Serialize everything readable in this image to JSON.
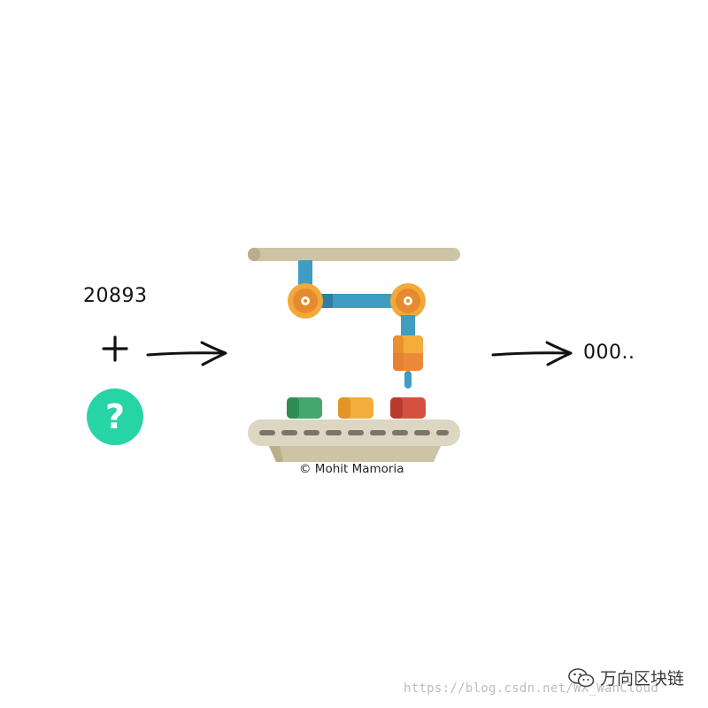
{
  "diagram": {
    "input_value": "20893",
    "operator": "+",
    "unknown_symbol": "?",
    "output_value": "000..",
    "credit": "© Mohit Mamoria"
  },
  "watermark": {
    "url": "https://blog.csdn.net/WX_WanCloud",
    "account_name": "万向区块链"
  },
  "colors": {
    "question_badge": "#27d4a6",
    "arm_blue": "#3f9dc2",
    "joint_orange": "#f0a93a",
    "rail": "#cdc4a6",
    "conveyor": "#dcd6c3",
    "block_green": "#43a86a",
    "block_yellow": "#f2ad3a",
    "block_red": "#d4503f",
    "gripper": "#ec8a3a"
  },
  "icons": [
    "plus-icon",
    "question-icon",
    "arrow-right-icon",
    "robotic-arm-icon",
    "wechat-icon"
  ]
}
